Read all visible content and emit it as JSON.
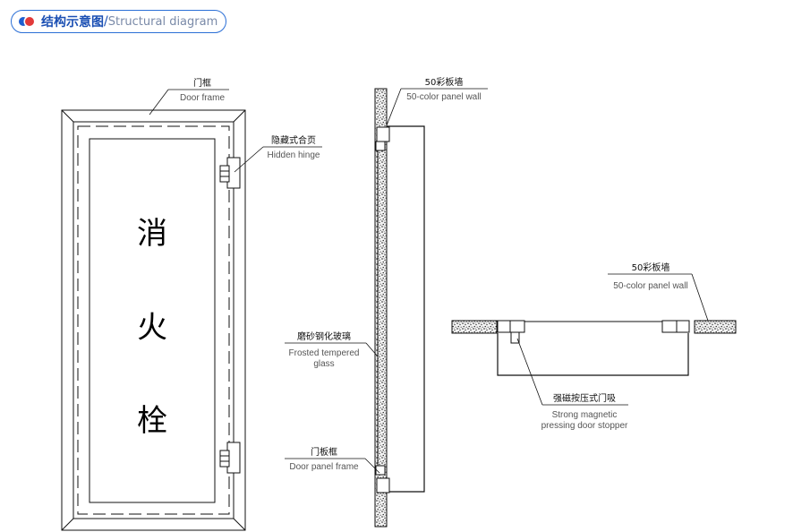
{
  "header": {
    "title_cn": "结构示意图",
    "separator": "/",
    "title_en": "Structural diagram"
  },
  "door_sign": [
    "消",
    "火",
    "栓"
  ],
  "labels": {
    "door_frame": {
      "cn": "门框",
      "en": "Door frame"
    },
    "hidden_hinge": {
      "cn": "隐藏式合页",
      "en": "Hidden hinge"
    },
    "panel_wall_side": {
      "cn": "50彩板墙",
      "en": "50-color panel wall"
    },
    "frosted_glass": {
      "cn": "磨砂钢化玻璃",
      "en1": "Frosted tempered",
      "en2": "glass"
    },
    "door_panel_frame": {
      "cn": "门板框",
      "en": "Door panel frame"
    },
    "panel_wall_top": {
      "cn": "50彩板墙",
      "en": "50-color panel wall"
    },
    "magnetic_stopper": {
      "cn": "强磁按压式门吸",
      "en1": "Strong magnetic",
      "en2": "pressing door stopper"
    }
  },
  "colors": {
    "accent_blue": "#1e5fd0",
    "accent_red": "#e23a3a",
    "line": "#111111"
  }
}
